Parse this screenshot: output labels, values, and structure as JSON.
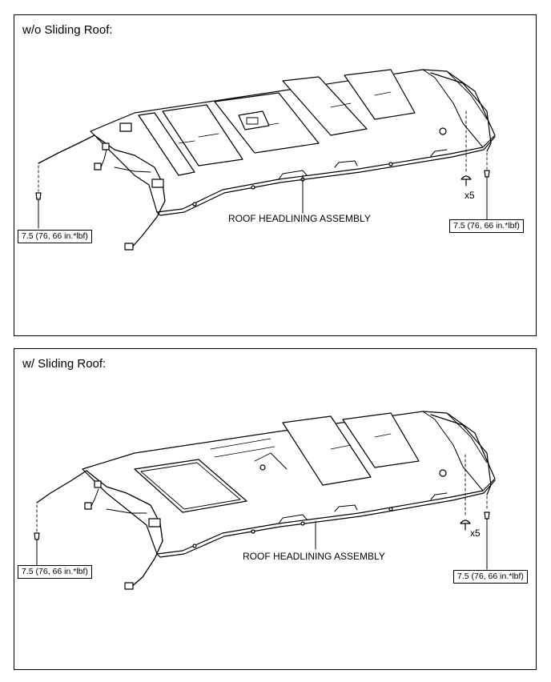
{
  "panels": [
    {
      "title": "w/o Sliding Roof:",
      "part_label": "ROOF HEADLINING ASSEMBLY",
      "torque_left": "7.5 (76, 66 in.*lbf)",
      "torque_right": "7.5 (76, 66 in.*lbf)",
      "quantity": "x5"
    },
    {
      "title": "w/ Sliding Roof:",
      "part_label": "ROOF HEADLINING ASSEMBLY",
      "torque_left": "7.5 (76, 66 in.*lbf)",
      "torque_right": "7.5 (76, 66 in.*lbf)",
      "quantity": "x5"
    }
  ]
}
